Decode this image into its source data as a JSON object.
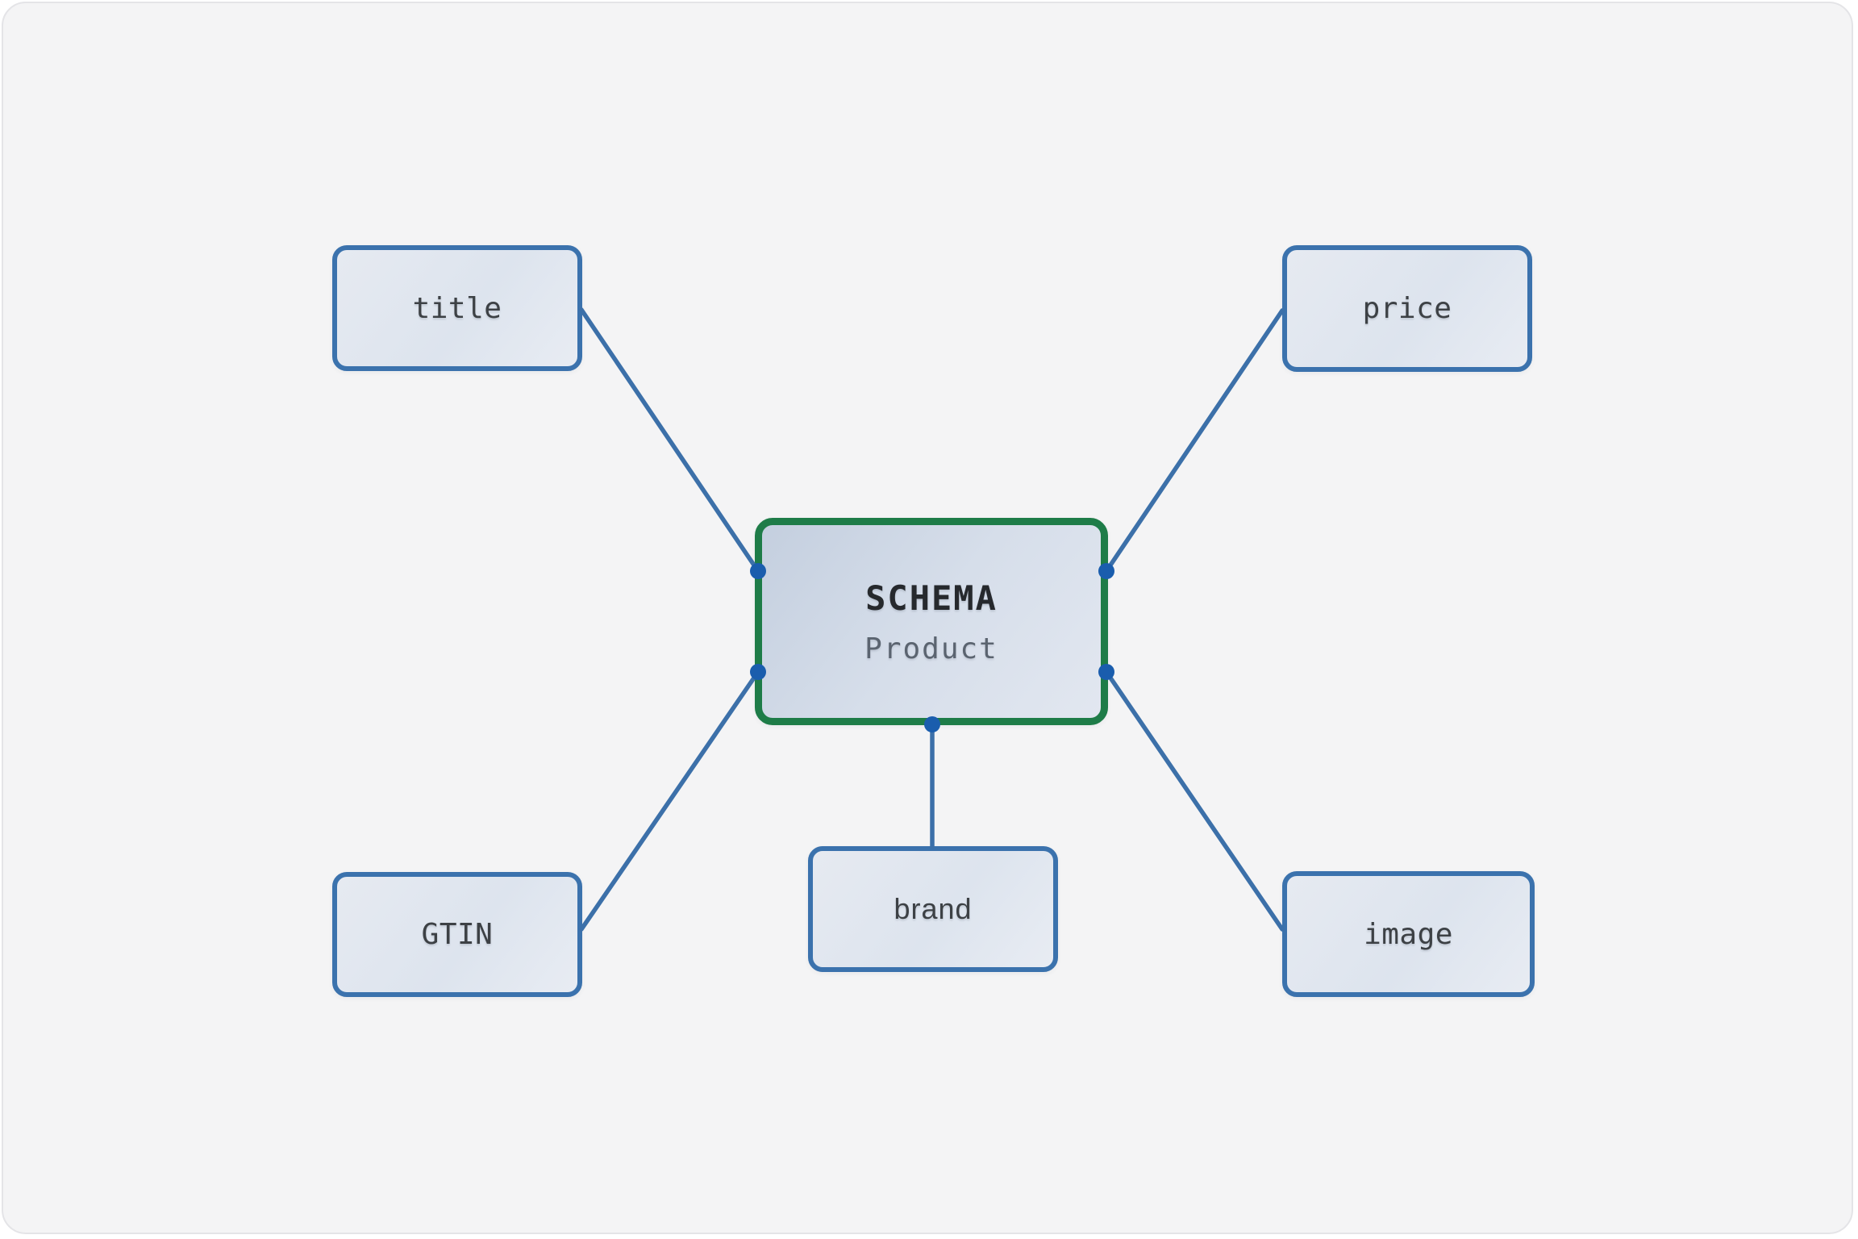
{
  "app": {
    "background": "#ffffff",
    "canvas_background": "#f4f4f5"
  },
  "diagram": {
    "center": {
      "title": "SCHEMA",
      "subtitle": "Product"
    },
    "satellites": [
      {
        "label": "title",
        "position": "top-left"
      },
      {
        "label": "price",
        "position": "top-right"
      },
      {
        "label": "GTIN",
        "position": "bottom-left"
      },
      {
        "label": "brand",
        "position": "bottom-center"
      },
      {
        "label": "image",
        "position": "bottom-right"
      }
    ],
    "connectors": [
      {
        "from": "title",
        "to": "SCHEMA"
      },
      {
        "from": "price",
        "to": "SCHEMA"
      },
      {
        "from": "GTIN",
        "to": "SCHEMA"
      },
      {
        "from": "brand",
        "to": "SCHEMA"
      },
      {
        "from": "image",
        "to": "SCHEMA"
      }
    ],
    "colors": {
      "center_border": "#1e7c48",
      "satellite_border": "#3b72ad",
      "connector": "#3c70a9",
      "connection_point": "#1a5dad",
      "title_text": "#26292d",
      "subtitle_text": "#5b6470",
      "label_text": "#3d4145"
    }
  }
}
